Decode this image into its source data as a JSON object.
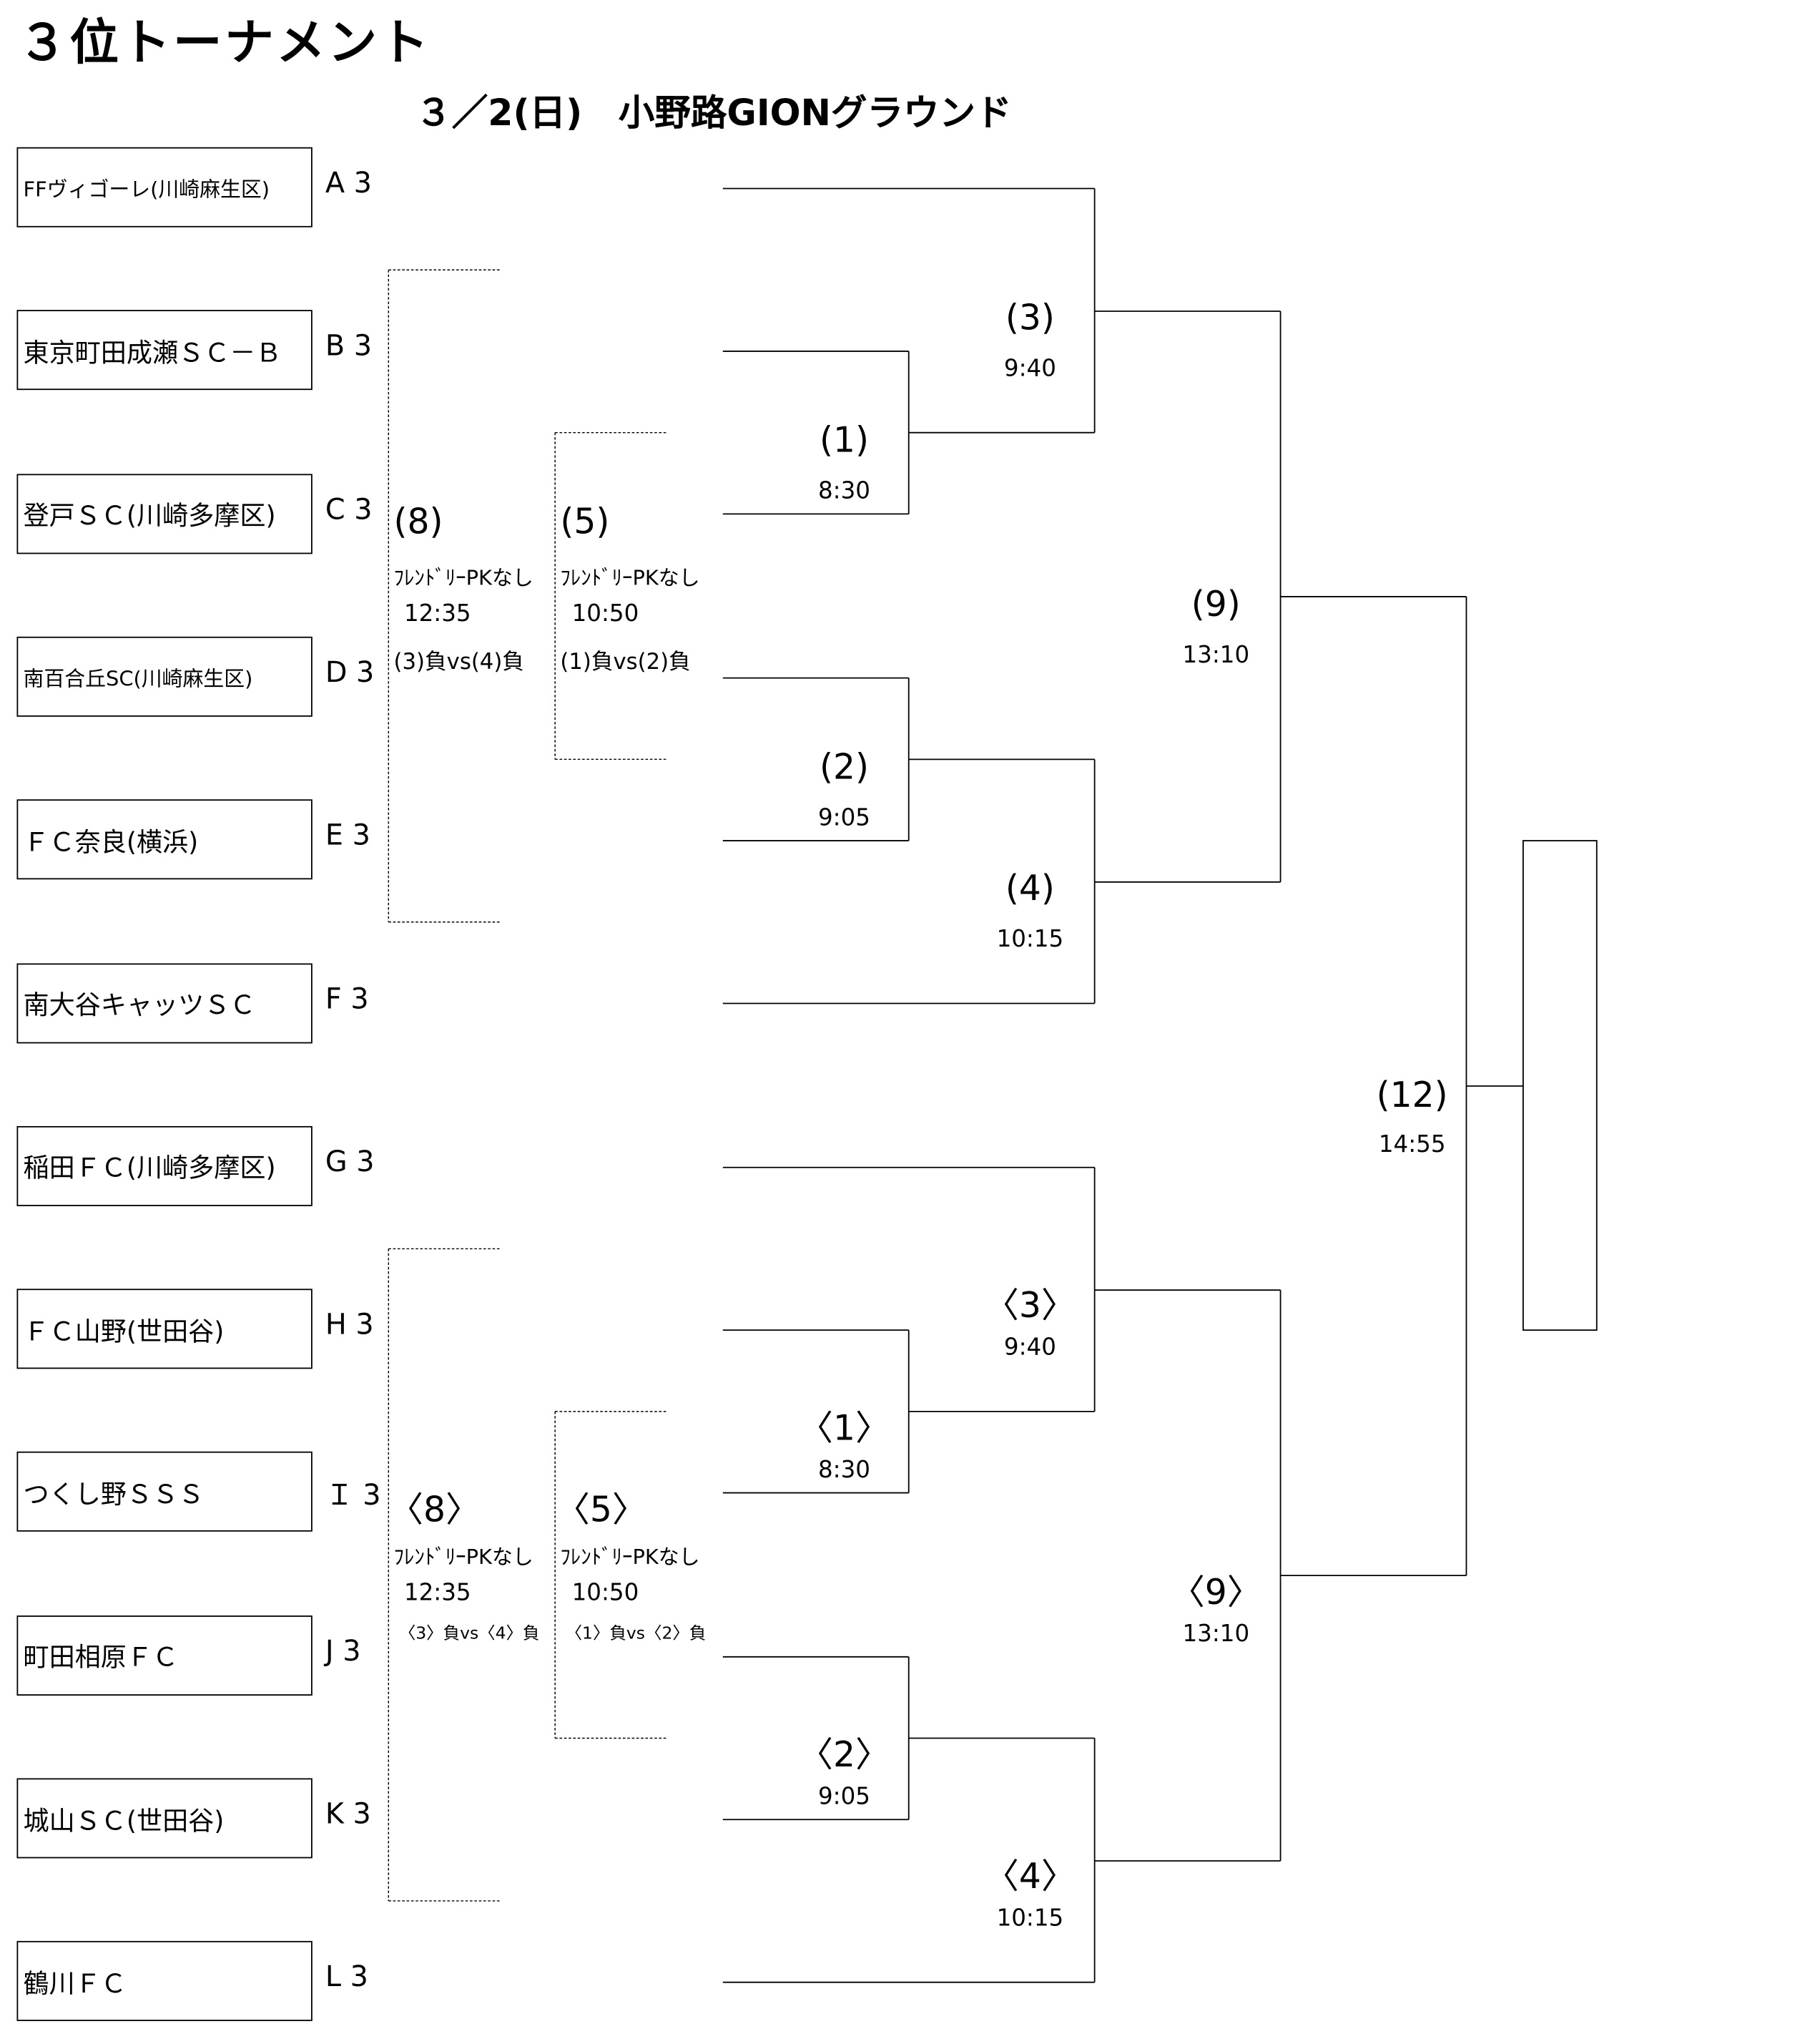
{
  "title": "３位トーナメント",
  "subtitle": "３／2(日)　小野路GIONグラウンド",
  "teams": [
    {
      "name": "FFヴィゴーレ(川崎麻生区)",
      "seed": "A 3"
    },
    {
      "name": "東京町田成瀬ＳＣ－Ｂ",
      "seed": "B 3"
    },
    {
      "name": "登戸ＳＣ(川崎多摩区)",
      "seed": "C 3"
    },
    {
      "name": "南百合丘SC(川崎麻生区)",
      "seed": "D 3"
    },
    {
      "name": " ＦＣ奈良(横浜)",
      "seed": "E 3"
    },
    {
      "name": "南大谷キャッツＳＣ",
      "seed": "F 3"
    },
    {
      "name": "稲田ＦＣ(川崎多摩区)",
      "seed": "G 3"
    },
    {
      "name": " ＦＣ山野(世田谷)",
      "seed": "H 3"
    },
    {
      "name": "つくし野ＳＳＳ",
      "seed": "Ｉ 3"
    },
    {
      "name": "町田相原ＦＣ",
      "seed": "J 3"
    },
    {
      "name": "城山ＳＣ(世田谷)",
      "seed": "K 3"
    },
    {
      "name": "鶴川ＦＣ",
      "seed": "L 3"
    }
  ],
  "halves": [
    {
      "m3": {
        "label": "(3)",
        "time": "9:40"
      },
      "m1": {
        "label": "(1)",
        "time": "8:30"
      },
      "m2": {
        "label": "(2)",
        "time": "9:05"
      },
      "m4": {
        "label": "(4)",
        "time": "10:15"
      },
      "m9": {
        "label": "(9)",
        "time": "13:10"
      },
      "m8": {
        "label": "(8)",
        "note": "ﾌﾚﾝﾄﾞﾘｰPKなし",
        "time": "12:35",
        "matchup": "(3)負vs(4)負"
      },
      "m5": {
        "label": "(5)",
        "note": "ﾌﾚﾝﾄﾞﾘｰPKなし",
        "time": "10:50",
        "matchup": "(1)負vs(2)負"
      }
    },
    {
      "m3": {
        "label": "〈3〉",
        "time": "9:40"
      },
      "m1": {
        "label": "〈1〉",
        "time": "8:30"
      },
      "m2": {
        "label": "〈2〉",
        "time": "9:05"
      },
      "m4": {
        "label": "〈4〉",
        "time": "10:15"
      },
      "m9": {
        "label": "〈9〉",
        "time": "13:10"
      },
      "m8": {
        "label": "〈8〉",
        "note": "ﾌﾚﾝﾄﾞﾘｰPKなし",
        "time": "12:35",
        "matchup": "〈3〉負vs〈4〉負"
      },
      "m5": {
        "label": "〈5〉",
        "note": "ﾌﾚﾝﾄﾞﾘｰPKなし",
        "time": "10:50",
        "matchup": "〈1〉負vs〈2〉負"
      }
    }
  ],
  "final": {
    "label": "(12)",
    "time": "14:55"
  }
}
